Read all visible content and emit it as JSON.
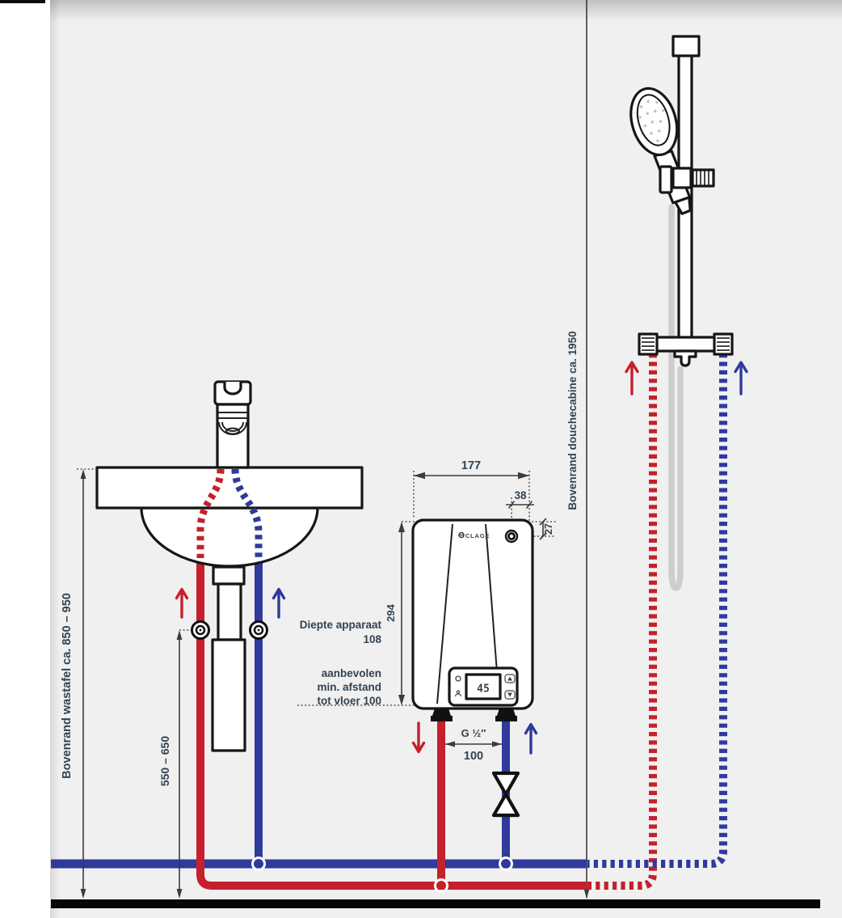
{
  "colors": {
    "hot": "#c5202b",
    "cold": "#2f3a9b",
    "dim_text": "#334251",
    "hose": "#cdcdcd",
    "background": "#f0f0f0"
  },
  "labels": {
    "washbasin_height": "Bovenrand wastafel ca. 850 – 950",
    "valve_height_range": "550 – 650",
    "shower_height": "Bovenrand douchecabine ca. 1950",
    "heater_width": "177",
    "hole_offset_horizontal": "38",
    "hole_offset_vertical": "27",
    "heater_height": "294",
    "device_depth_line1": "Diepte apparaat",
    "device_depth_line2": "108",
    "floor_clearance_line1": "aanbevolen",
    "floor_clearance_line2": "min. afstand",
    "floor_clearance_line3": "tot vloer 100",
    "connection_thread": "G ½″",
    "connection_spacing": "100"
  },
  "heater": {
    "brand": "CLAGE",
    "display_temperature": "45"
  },
  "icons": {
    "flow_arrow_hot": "red-up/down-arrow = warm water flow",
    "flow_arrow_cold": "blue-up-arrow = cold water flow",
    "shutoff_valve": "double-circle",
    "inline_valve": "bowtie-hourglass"
  }
}
